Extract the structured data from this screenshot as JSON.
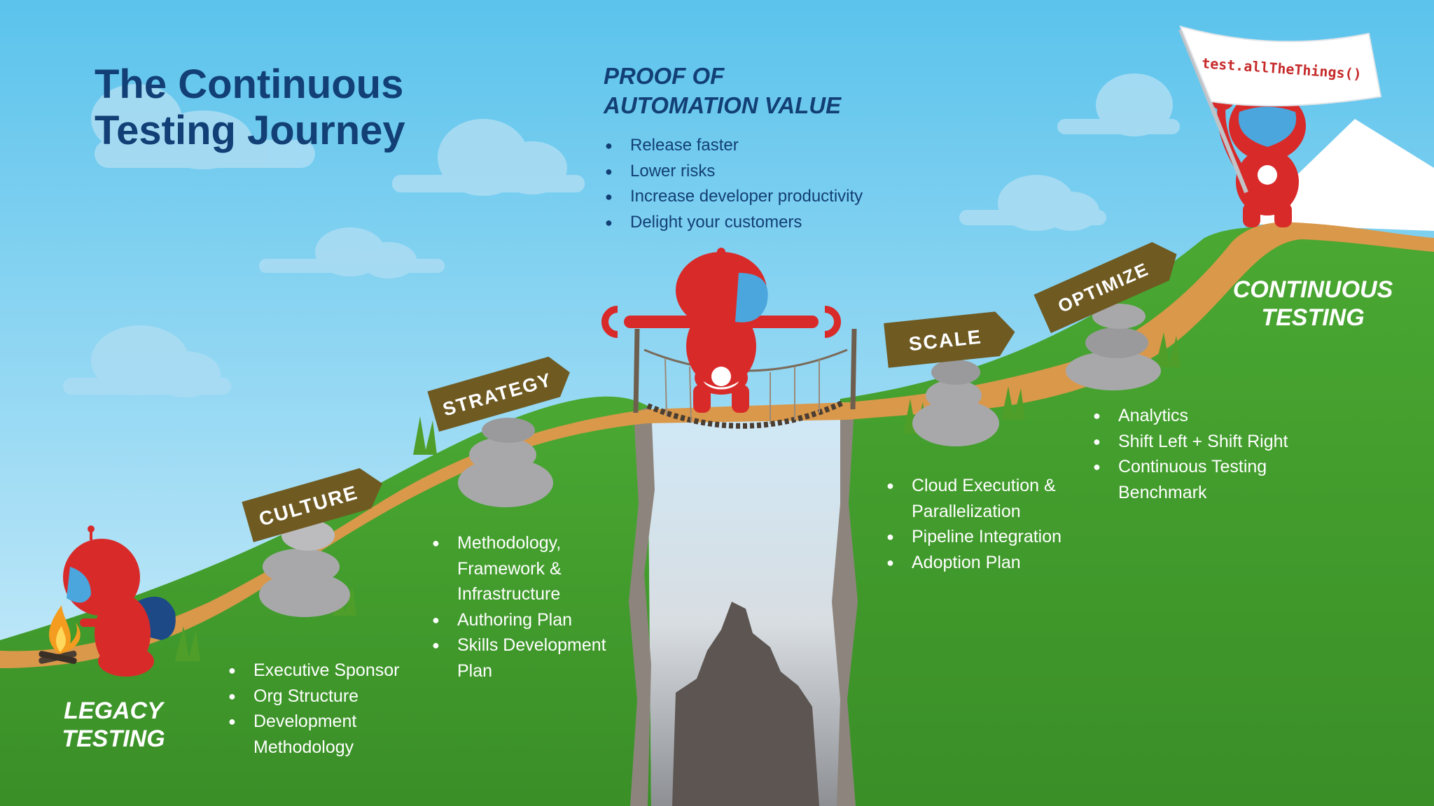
{
  "title": {
    "line1": "The Continuous",
    "line2": "Testing Journey"
  },
  "proof": {
    "heading_line1": "PROOF OF",
    "heading_line2": "AUTOMATION VALUE",
    "items": [
      "Release faster",
      "Lower risks",
      "Increase developer productivity",
      "Delight your customers"
    ]
  },
  "stages": {
    "culture": {
      "sign": "CULTURE",
      "items": [
        "Executive Sponsor",
        "Org Structure",
        "Development Methodology"
      ]
    },
    "strategy": {
      "sign": "STRATEGY",
      "items": [
        "Methodology, Framework & Infrastructure",
        "Authoring Plan",
        "Skills Development Plan"
      ]
    },
    "scale": {
      "sign": "SCALE",
      "items": [
        "Cloud Execution & Parallelization",
        "Pipeline Integration",
        "Adoption Plan"
      ]
    },
    "optimize": {
      "sign": "OPTIMIZE",
      "items": [
        "Analytics",
        "Shift Left + Shift Right",
        "Continuous Testing Benchmark"
      ]
    }
  },
  "endpoints": {
    "legacy_line1": "LEGACY",
    "legacy_line2": "TESTING",
    "continuous_line1": "CONTINUOUS",
    "continuous_line2": "TESTING"
  },
  "flag": {
    "text": "test.allTheThings()"
  },
  "colors": {
    "sky_top": "#5bc3ec",
    "sky_bottom": "#d4effb",
    "grass": "#3f9a2b",
    "path": "#d9984a",
    "sign": "#6f5a22",
    "heading": "#123f75",
    "robot": "#d92a2a",
    "visor": "#4aa6dc"
  },
  "icons": {
    "robot": "robot-mascot-icon",
    "bridge": "rope-bridge-icon",
    "flag": "flag-icon",
    "campfire": "campfire-icon",
    "rocks": "stone-cairn-icon"
  }
}
